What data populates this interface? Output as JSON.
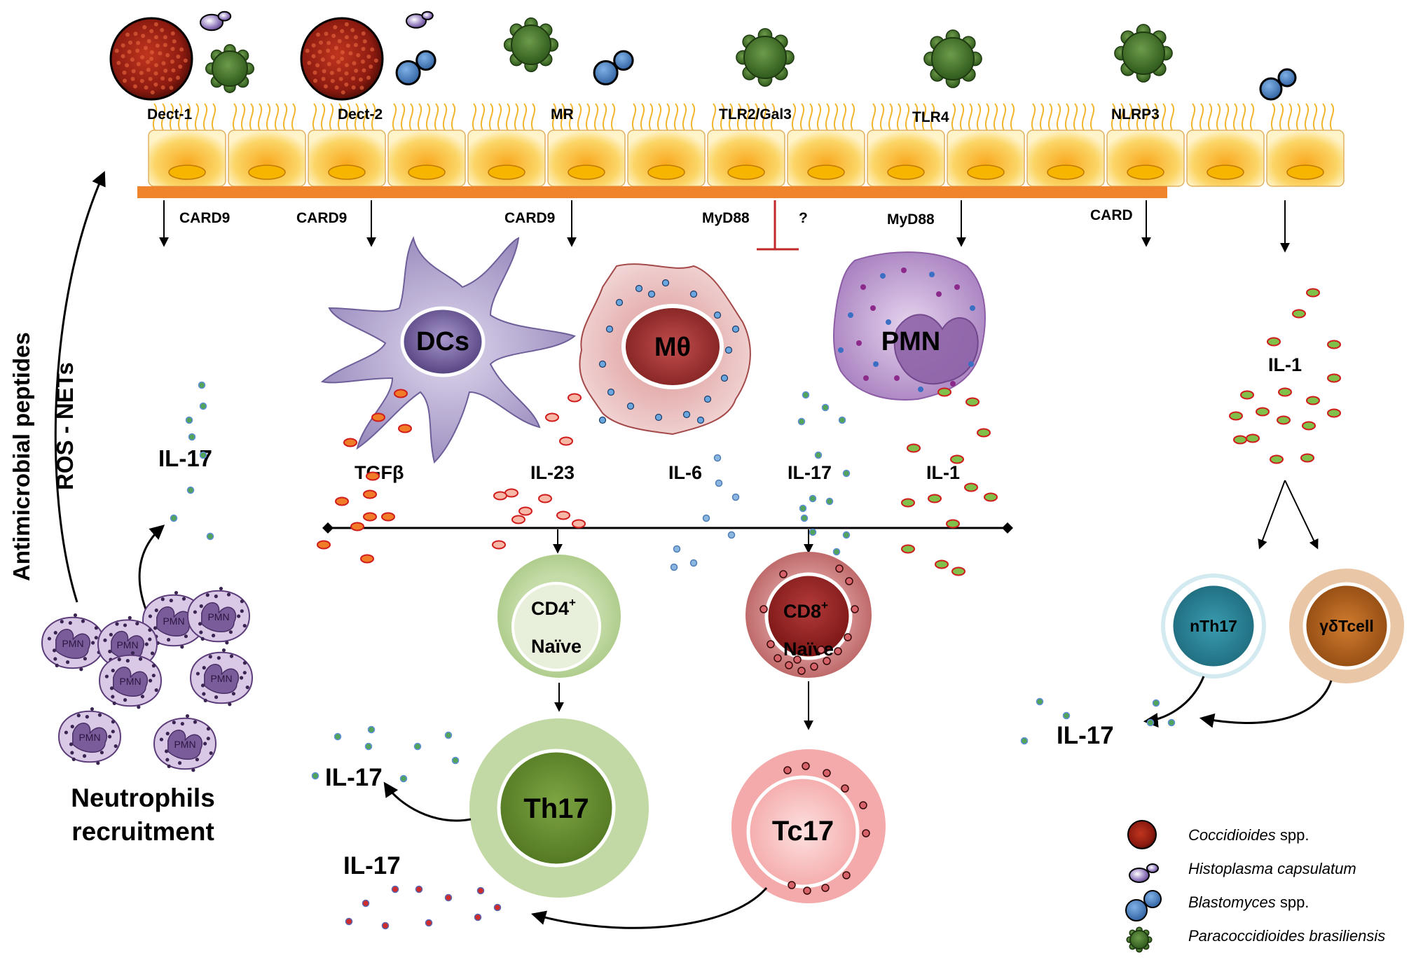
{
  "receptors": [
    {
      "label": "Dect-1",
      "adaptor": "CARD9"
    },
    {
      "label": "Dect-2",
      "adaptor": "CARD9"
    },
    {
      "label": "MR",
      "adaptor": "CARD9"
    },
    {
      "label": "TLR2/Gal3",
      "adaptor": "MyD88",
      "note": "?"
    },
    {
      "label": "TLR4",
      "adaptor": "MyD88"
    },
    {
      "label": "NLRP3",
      "adaptor": "CARD"
    }
  ],
  "innate_cells": {
    "dc": "DCs",
    "macrophage": "Mθ",
    "pmn": "PMN"
  },
  "cytokines": {
    "tgfb": "TGFβ",
    "il23": "IL-23",
    "il6": "IL-6",
    "il17_mid": "IL-17",
    "il1_mid": "IL-1",
    "il1_right": "IL-1",
    "il17_left": "IL-17",
    "il17_th17": "IL-17",
    "il17_tc17": "IL-17",
    "il17_right": "IL-17"
  },
  "t_cells": {
    "cd4_line1": "CD4",
    "cd4_sup": "+",
    "cd4_line2": "Naïve",
    "cd8_line1": "CD8",
    "cd8_sup": "+",
    "cd8_line2": "Naïve",
    "th17": "Th17",
    "tc17": "Tc17",
    "nth17": "nTh17",
    "gdt": "γδTcell"
  },
  "left_panel": {
    "arrow_text_1": "Antimicrobial peptides",
    "arrow_text_2": "ROS - NETs",
    "pmn_label": "PMN",
    "recruit_1": "Neutrophils",
    "recruit_2": "recruitment"
  },
  "legend": [
    {
      "icon": "coccidioides-icon",
      "name": "Coccidioides",
      "suffix": " spp."
    },
    {
      "icon": "histoplasma-icon",
      "name": "Histoplasma capsulatum",
      "suffix": ""
    },
    {
      "icon": "blastomyces-icon",
      "name": "Blastomyces",
      "suffix": " spp."
    },
    {
      "icon": "paracoccidioides-icon",
      "name": "Paracoccidioides brasiliensis",
      "suffix": ""
    }
  ],
  "colors": {
    "membrane": "#f0842c",
    "cell_yellow": "#f7c531",
    "dc": "#8a78ad",
    "macrophage": "#a63a3a",
    "pmn": "#9a6bb3",
    "cd4": "#b5d192",
    "cd8": "#c87474",
    "th17": "#5f852a",
    "tc17": "#f29a9a",
    "nth17": "#2d8ea0",
    "gdt": "#b86b2a",
    "coccidioides": "#8b1a10",
    "histoplasma": "#6d4f9c",
    "blastomyces": "#3a6cb0",
    "paracoccidioides": "#3f6e2a"
  }
}
